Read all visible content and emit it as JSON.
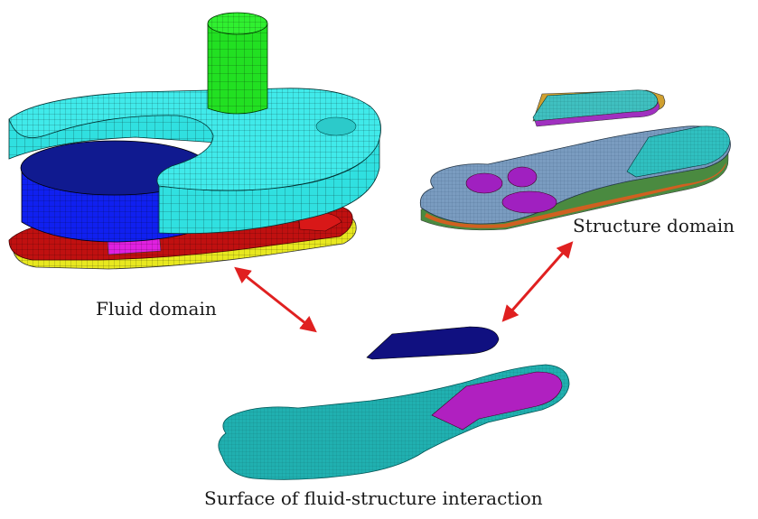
{
  "labels": {
    "fluid": "Fluid domain",
    "structure": "Structure domain",
    "fsi": "Surface of fluid-structure interaction"
  },
  "colors": {
    "green_inlet": "#22e022",
    "cyan_block": "#30e0e0",
    "blue_disc": "#1020f0",
    "magenta": "#e020e0",
    "red_layer": "#c01010",
    "yellow_layer": "#e8e820",
    "steel_plate": "#7a9cc0",
    "purple_hole": "#a020c0",
    "teal_surface": "#20b0b0",
    "navy_flap": "#101080",
    "arrow_red": "#e02020"
  }
}
